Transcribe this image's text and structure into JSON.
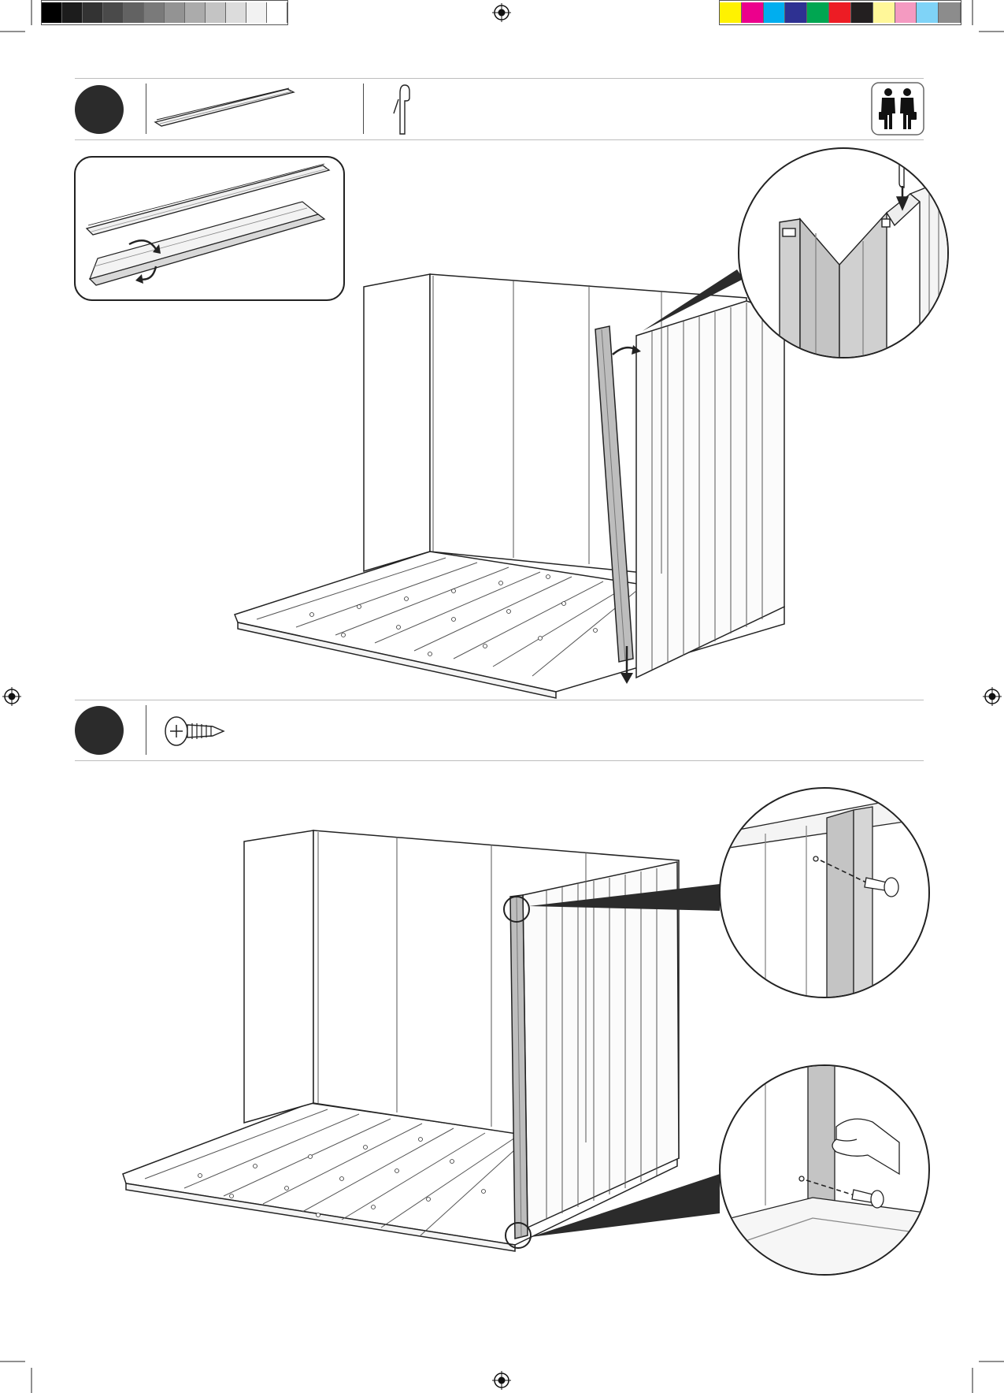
{
  "page": {
    "title": "",
    "background": "#ffffff"
  },
  "print_marks": {
    "grayscale_bar": [
      "#000000",
      "#1c1c1c",
      "#333333",
      "#4a4a4a",
      "#626262",
      "#7a7a7a",
      "#939393",
      "#ababab",
      "#c4c4c4",
      "#dcdcdc",
      "#f2f2f2",
      "#ffffff"
    ],
    "color_bar": [
      "#fff200",
      "#ec008c",
      "#00aeef",
      "#2e3192",
      "#00a651",
      "#ed1c24",
      "#231f20",
      "#fff799",
      "#f49ac1",
      "#7fd3f7",
      "#8c8c8c"
    ],
    "registration_icon": "registration-mark-icon"
  },
  "steps": [
    {
      "id": "step-a",
      "number_visible": false,
      "parts_icons": [
        "corner-profile-icon",
        "clip-pin-icon"
      ],
      "people_icon": "two-person-icon",
      "detail_icons": [
        "profile-rotate-detail",
        "corner-clip-zoom"
      ],
      "scene_icon": "shed-corner-assembly-scene"
    },
    {
      "id": "step-b",
      "number_visible": false,
      "parts_icons": [
        "screw-icon"
      ],
      "detail_icons": [
        "top-screw-zoom",
        "bottom-screw-zoom"
      ],
      "scene_icon": "shed-screw-corner-scene"
    }
  ]
}
